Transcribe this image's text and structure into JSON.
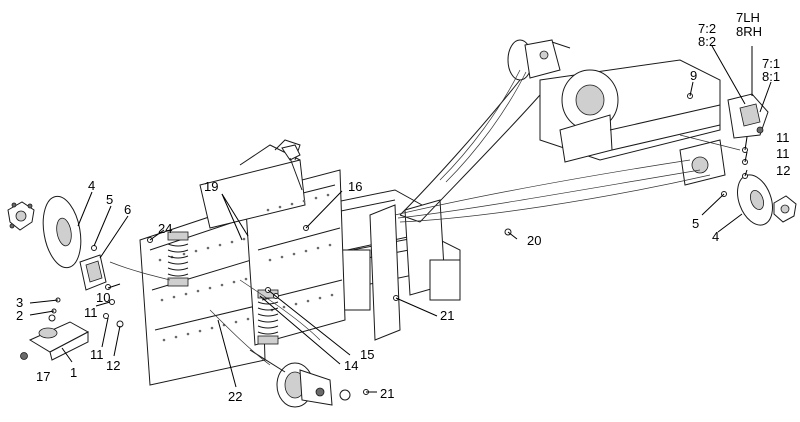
{
  "callouts": {
    "c1": "1",
    "c2": "2",
    "c3": "3",
    "c4_left": "4",
    "c4_right": "4",
    "c5_left": "5",
    "c5_right": "5",
    "c6": "6",
    "c7_lh": "7LH",
    "c8_rh": "8RH",
    "c7_2": "7:2",
    "c8_2": "8:2",
    "c7_1": "7:1",
    "c8_1": "8:1",
    "c9": "9",
    "c10": "10",
    "c11_a": "11",
    "c11_b": "11",
    "c11_c": "11",
    "c11_d": "11",
    "c12_left": "12",
    "c12_right": "12",
    "c14": "14",
    "c15": "15",
    "c16": "16",
    "c17": "17",
    "c19": "19",
    "c20": "20",
    "c21_a": "21",
    "c21_b": "21",
    "c22": "22",
    "c24": "24"
  }
}
